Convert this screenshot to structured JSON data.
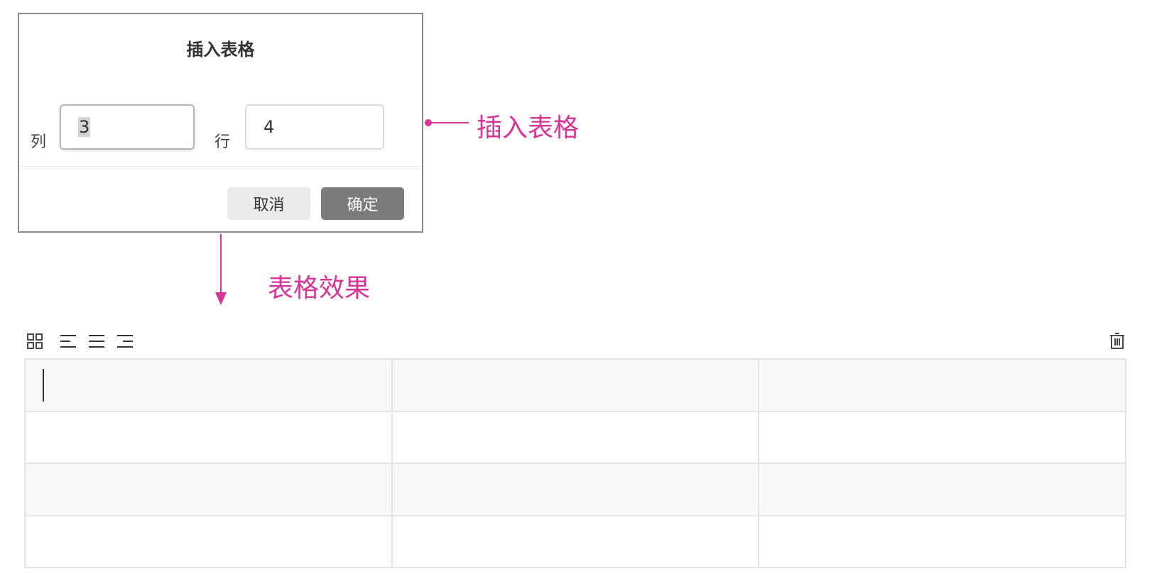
{
  "dialog": {
    "title": "插入表格",
    "columns_label": "列",
    "columns_value": "3",
    "rows_label": "行",
    "rows_value": "4",
    "cancel_label": "取消",
    "confirm_label": "确定"
  },
  "annotations": {
    "dialog_callout": "插入表格",
    "result_callout": "表格效果",
    "accent_color": "#d63496"
  },
  "toolbar": {
    "icons": [
      "grid-icon",
      "align-left-icon",
      "align-center-icon",
      "align-right-icon",
      "trash-icon"
    ]
  },
  "table": {
    "columns": 3,
    "rows": [
      [
        "",
        "",
        ""
      ],
      [
        "",
        "",
        ""
      ],
      [
        "",
        "",
        ""
      ],
      [
        "",
        "",
        ""
      ]
    ]
  }
}
